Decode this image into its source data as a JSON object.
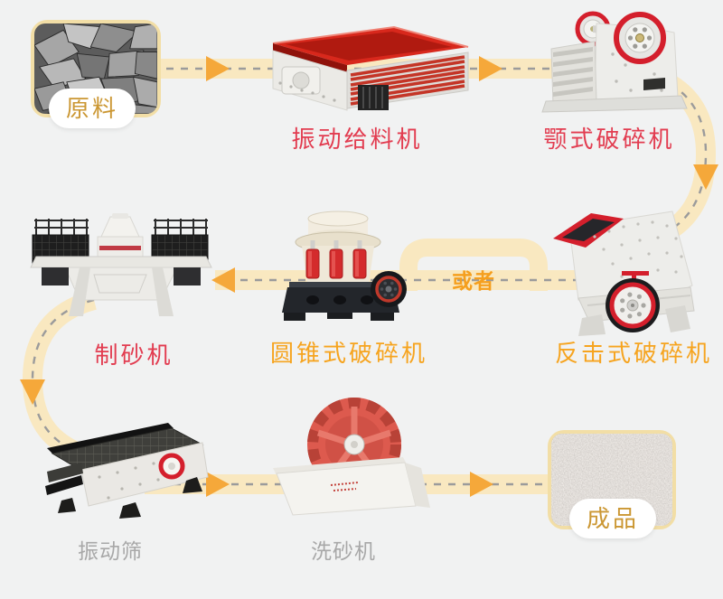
{
  "diagram": {
    "or_label": "或者",
    "nodes": {
      "raw_material": {
        "label": "原料",
        "type": "photo-tile",
        "label_color": "#cb9733"
      },
      "vibrating_feeder": {
        "label": "振动给料机",
        "type": "machine",
        "label_color": "#e23c50"
      },
      "jaw_crusher": {
        "label": "颚式破碎机",
        "type": "machine",
        "label_color": "#e23c50"
      },
      "impact_crusher": {
        "label": "反击式破碎机",
        "type": "machine",
        "label_color": "#f6a41f"
      },
      "cone_crusher": {
        "label": "圆锥式破碎机",
        "type": "machine",
        "label_color": "#f6a41f"
      },
      "sand_maker": {
        "label": "制砂机",
        "type": "machine",
        "label_color": "#e23c50"
      },
      "vibrating_screen": {
        "label": "振动筛",
        "type": "machine",
        "label_color": "#a8a8a8"
      },
      "sand_washer": {
        "label": "洗砂机",
        "type": "machine",
        "label_color": "#a8a8a8"
      },
      "finished_product": {
        "label": "成品",
        "type": "photo-tile",
        "label_color": "#cb9733"
      }
    },
    "connectors": [
      {
        "from": "raw_material",
        "to": "vibrating_feeder",
        "style": "dashed-band-arrow-right"
      },
      {
        "from": "vibrating_feeder",
        "to": "jaw_crusher",
        "style": "dashed-band-arrow-right"
      },
      {
        "from": "jaw_crusher",
        "to": "impact_crusher",
        "style": "dashed-band-curve-down"
      },
      {
        "from": "impact_crusher",
        "to": "cone_crusher",
        "style": "dashed-band-with-or-bridge"
      },
      {
        "from": "cone_crusher",
        "to": "sand_maker",
        "style": "dashed-band-arrow-left"
      },
      {
        "from": "sand_maker",
        "to": "vibrating_screen",
        "style": "dashed-band-curve-down"
      },
      {
        "from": "vibrating_screen",
        "to": "sand_washer",
        "style": "dashed-band-arrow-right"
      },
      {
        "from": "sand_washer",
        "to": "finished_product",
        "style": "dashed-band-arrow-right"
      }
    ],
    "colors": {
      "background": "#f1f2f2",
      "flow_band": "#f9e8c0",
      "flow_dash": "#9b9b9b",
      "arrow": "#f5a83a",
      "tile_border": "#f2dea6",
      "label_red": "#e23c50",
      "label_orange": "#f6a41f",
      "label_gray": "#a8a8a8",
      "label_gold": "#cb9733"
    }
  }
}
